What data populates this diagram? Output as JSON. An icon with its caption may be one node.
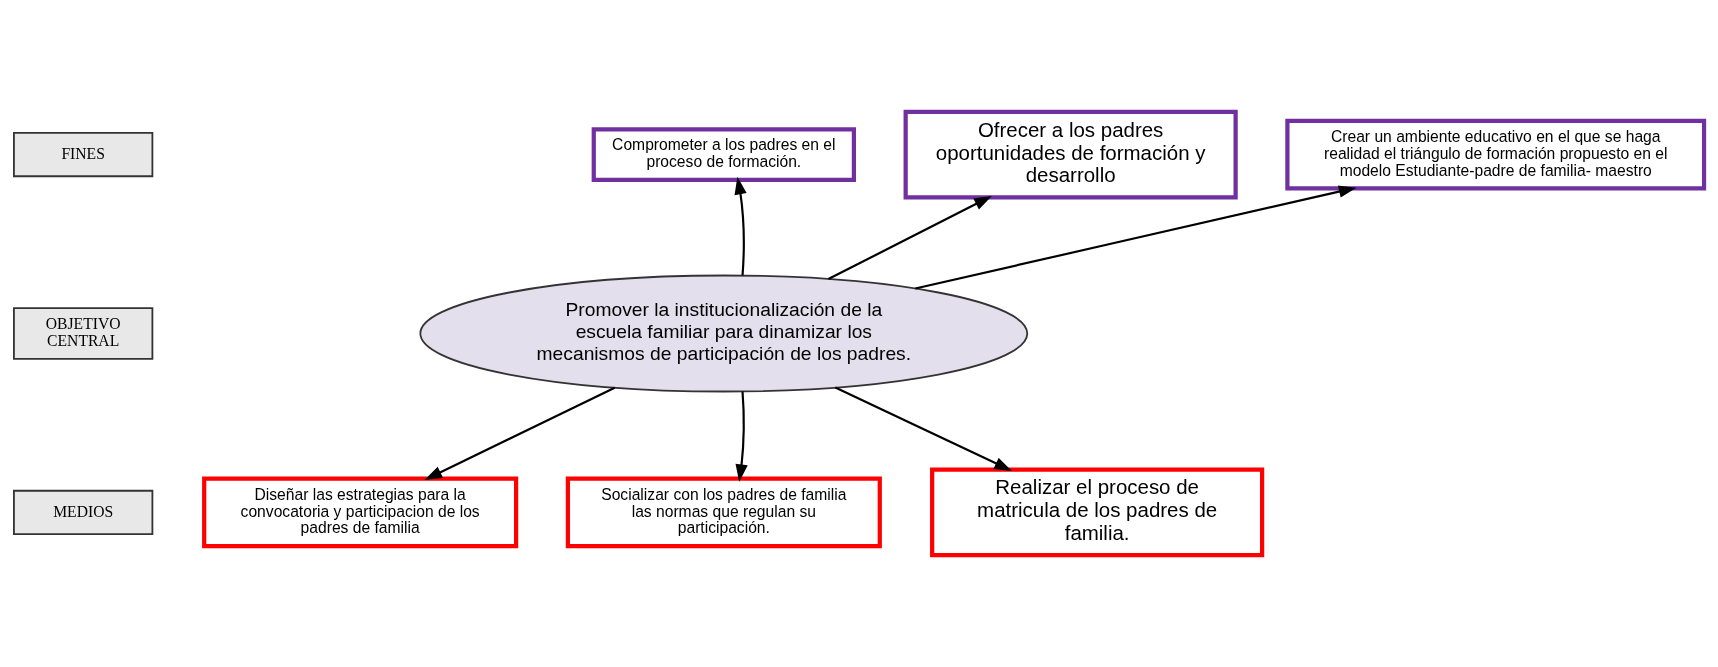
{
  "diagram": {
    "nodes": [
      {
        "text": [
          "FINES"
        ]
      },
      {
        "text": [
          "OBJETIVO CENTRAL"
        ]
      },
      {
        "text": [
          "MEDIOS"
        ]
      },
      {
        "text": [
          "Comprometer a los padres en el proceso de formación."
        ]
      },
      {
        "text": [
          "Ofrecer a los padres oportunidades de formación y desarrollo"
        ]
      },
      {
        "text": [
          "Crear un ambiente educativo en el que se haga realidad el triángulo de formación propuesto en el modelo Estudiante-padre de familia- maestro"
        ]
      },
      {
        "text": [
          "Promover la institucionalización de la escuela familiar para dinamizar los mecanismos de participación de los padres."
        ]
      },
      {
        "text": [
          "Diseñar las estrategias para la convocatoria y participacion de los padres de familia"
        ]
      },
      {
        "text": [
          "Socializar con los padres de familia las normas que regulan su participación."
        ]
      },
      {
        "text": [
          "Realizar el proceso de matricula de los padres de familia."
        ]
      }
    ],
    "edges": [
      {
        "from": 6,
        "to": 3,
        "arrow": "to"
      },
      {
        "from": 6,
        "to": 4,
        "arrow": "to"
      },
      {
        "from": 6,
        "to": 5,
        "arrow": "to"
      },
      {
        "from": 6,
        "to": 7,
        "arrow": "to"
      },
      {
        "from": 6,
        "to": 8,
        "arrow": "to"
      },
      {
        "from": 6,
        "to": 9,
        "arrow": "to"
      }
    ]
  }
}
